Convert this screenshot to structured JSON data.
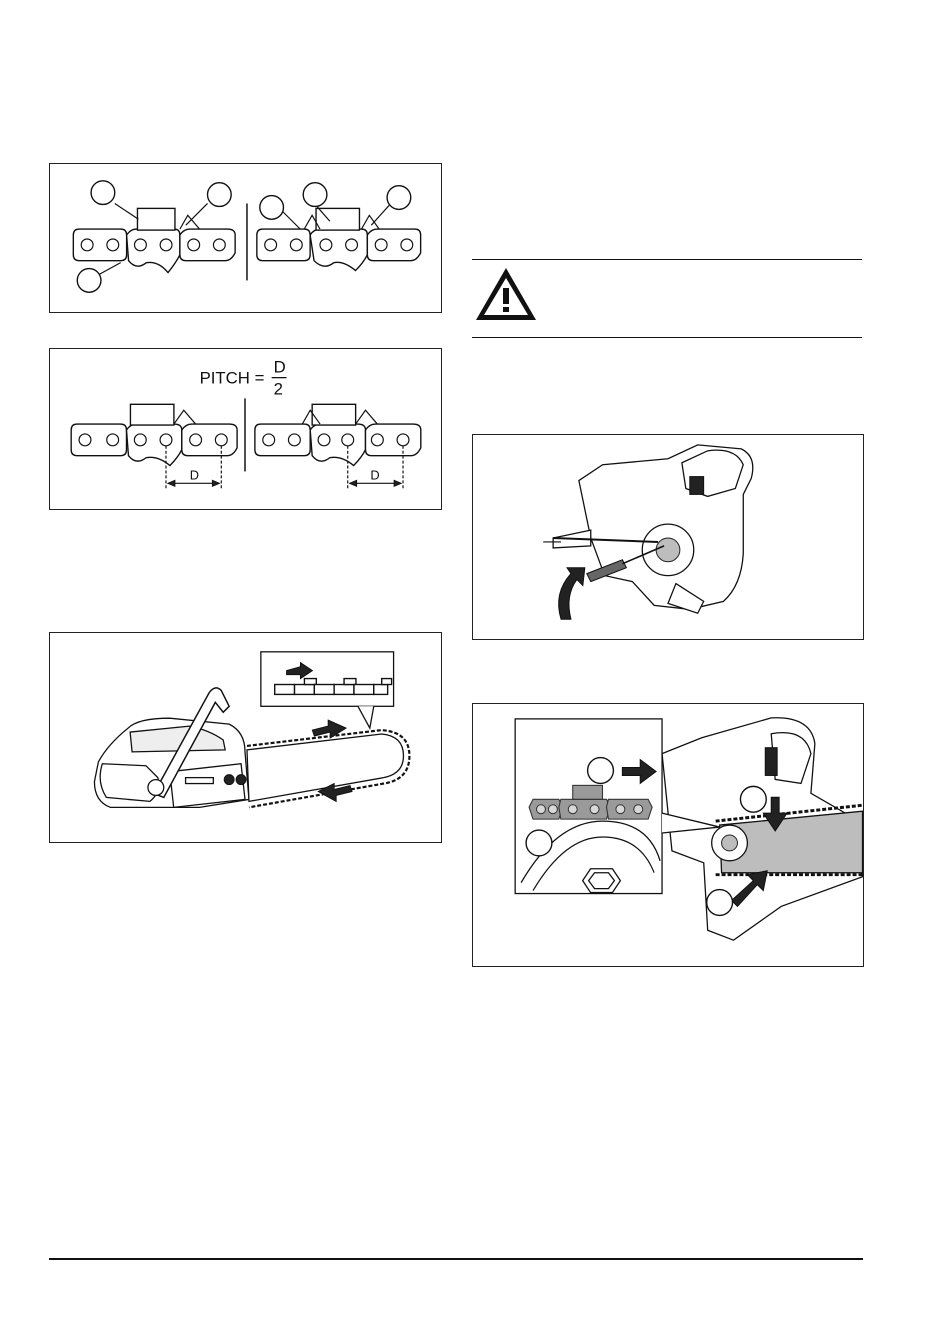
{
  "pitch_figure": {
    "label": "PITCH =",
    "numerator": "D",
    "denominator": "2",
    "dimension_left": "D",
    "dimension_right": "D"
  }
}
